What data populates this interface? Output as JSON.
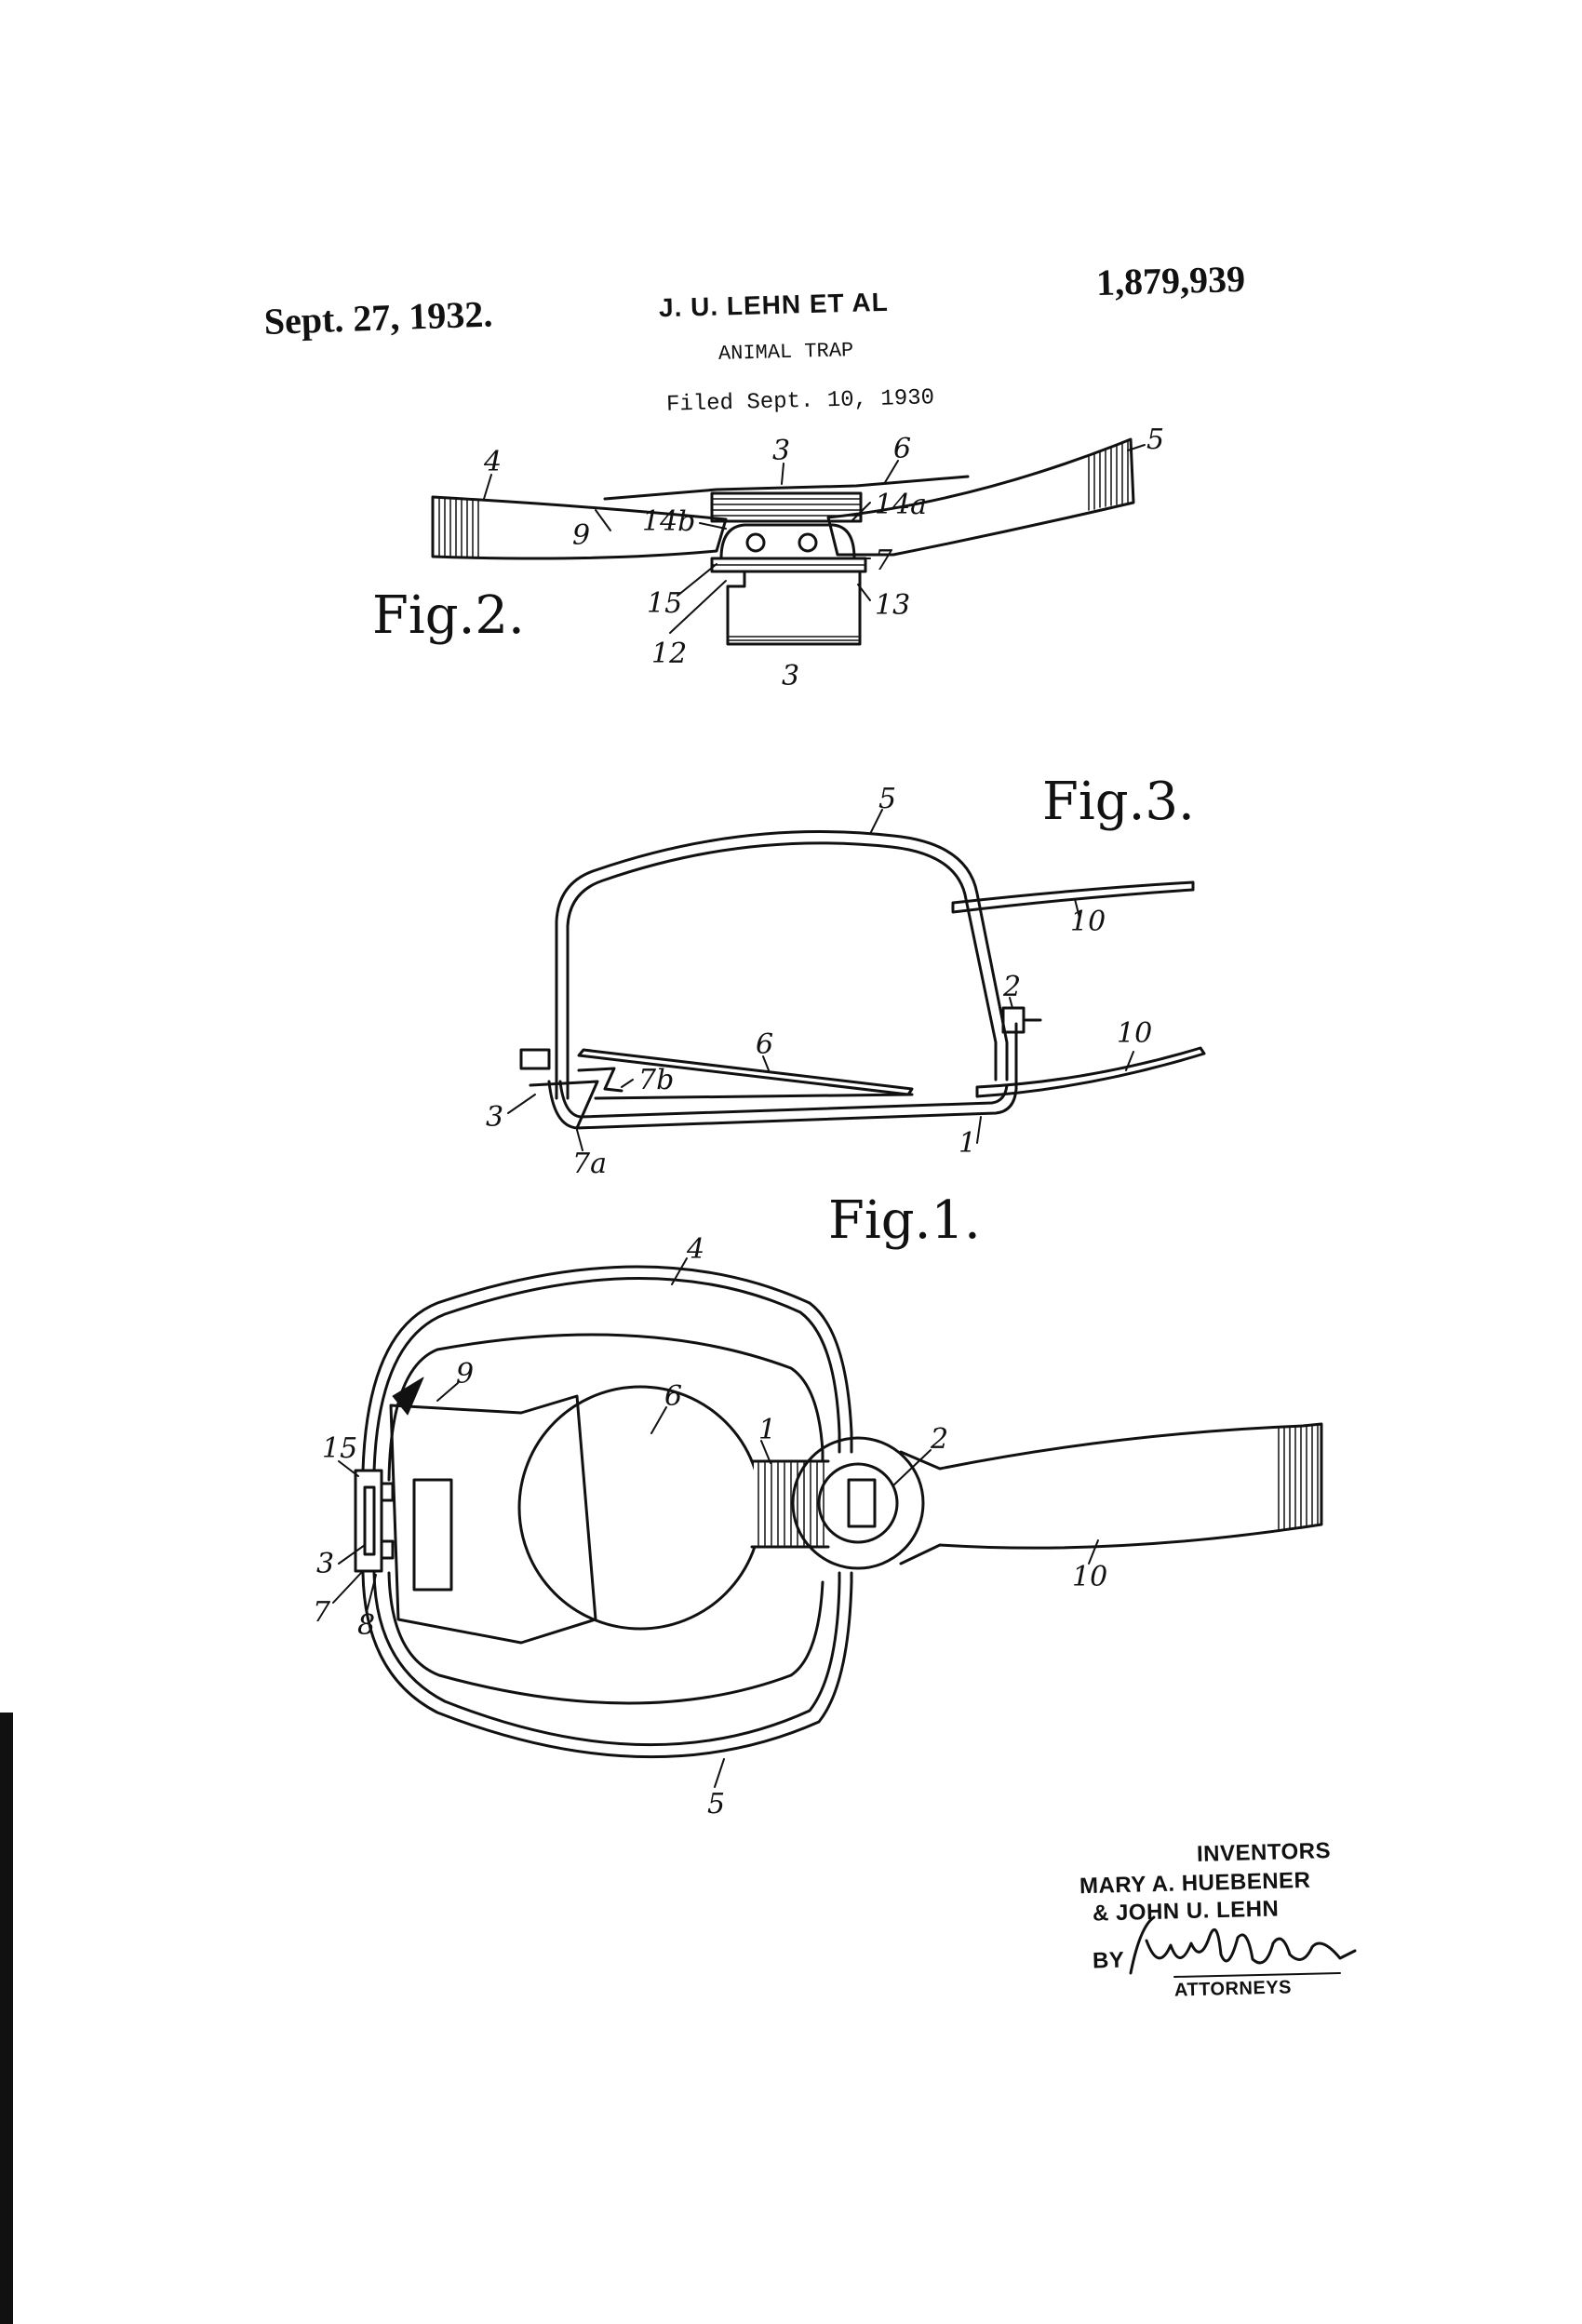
{
  "header": {
    "date": "Sept. 27, 1932.",
    "inventor_short": "J. U. LEHN ET AL",
    "title": "ANIMAL TRAP",
    "filed": "Filed Sept. 10, 1930",
    "patent_number": "1,879,939"
  },
  "figures": {
    "fig2_label": "Fig.2.",
    "fig3_label": "Fig.3.",
    "fig1_label": "Fig.1."
  },
  "refs": {
    "f2_4": "4",
    "f2_3top": "3",
    "f2_6": "6",
    "f2_5": "5",
    "f2_9": "9",
    "f2_14b": "14b",
    "f2_14a": "14a",
    "f2_7": "7",
    "f2_15": "15",
    "f2_13": "13",
    "f2_12": "12",
    "f2_3bot": "3",
    "f3_5": "5",
    "f3_10a": "10",
    "f3_2": "2",
    "f3_6": "6",
    "f3_10b": "10",
    "f3_7b": "7b",
    "f3_3": "3",
    "f3_1": "1",
    "f3_7a": "7a",
    "f1_4": "4",
    "f1_9": "9",
    "f1_6": "6",
    "f1_1": "1",
    "f1_2": "2",
    "f1_15": "15",
    "f1_3": "3",
    "f1_7": "7",
    "f1_8": "8",
    "f1_10": "10",
    "f1_5": "5"
  },
  "signature": {
    "inventors_heading": "INVENTORS",
    "inventor_line1": "MARY A. HUEBENER",
    "inventor_line2": "& JOHN U. LEHN",
    "by": "BY",
    "attorneys": "ATTORNEYS"
  },
  "colors": {
    "ink": "#111111",
    "paper": "#ffffff"
  }
}
